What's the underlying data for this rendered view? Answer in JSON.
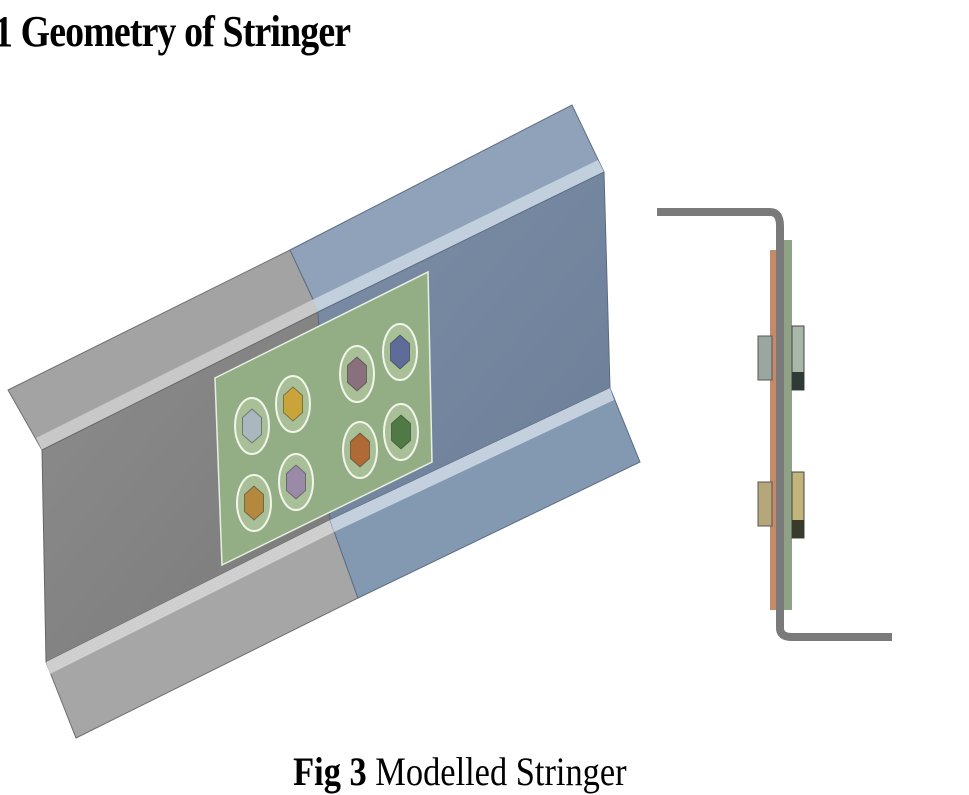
{
  "section": {
    "heading": "1 Geometry of Stringer"
  },
  "figure": {
    "caption_label": "Fig 3",
    "caption_text": "Modelled Stringer",
    "colors": {
      "grey_stringer": "#9a9a9a",
      "blue_stringer": "#7f93ab",
      "splice_plate": "#93ad84",
      "profile_line": "#7a7a7a",
      "plate_edge": "#c58a6a"
    },
    "bolts": [
      {
        "color": "#a9b8bf"
      },
      {
        "color": "#c9a43b"
      },
      {
        "color": "#b4883f"
      },
      {
        "color": "#9a8aa8"
      },
      {
        "color": "#8a6f7d"
      },
      {
        "color": "#5f6c9a"
      },
      {
        "color": "#b06a35"
      },
      {
        "color": "#4f7a45"
      }
    ]
  }
}
